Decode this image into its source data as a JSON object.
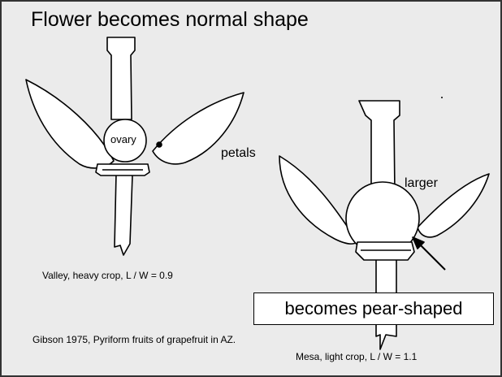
{
  "title": "Flower becomes normal shape",
  "labels": {
    "ovary": "ovary",
    "petals": "petals",
    "larger": "larger",
    "pear_shaped": "becomes pear-shaped"
  },
  "captions": {
    "left_flower": "Valley, heavy crop, L / W = 0.9",
    "right_flower": "Mesa, light crop, L / W = 1.1",
    "citation": "Gibson 1975, Pyriform fruits of grapefruit in AZ."
  },
  "colors": {
    "background": "#ebebeb",
    "drawing_fill": "#ffffff",
    "ink": "#000000"
  }
}
